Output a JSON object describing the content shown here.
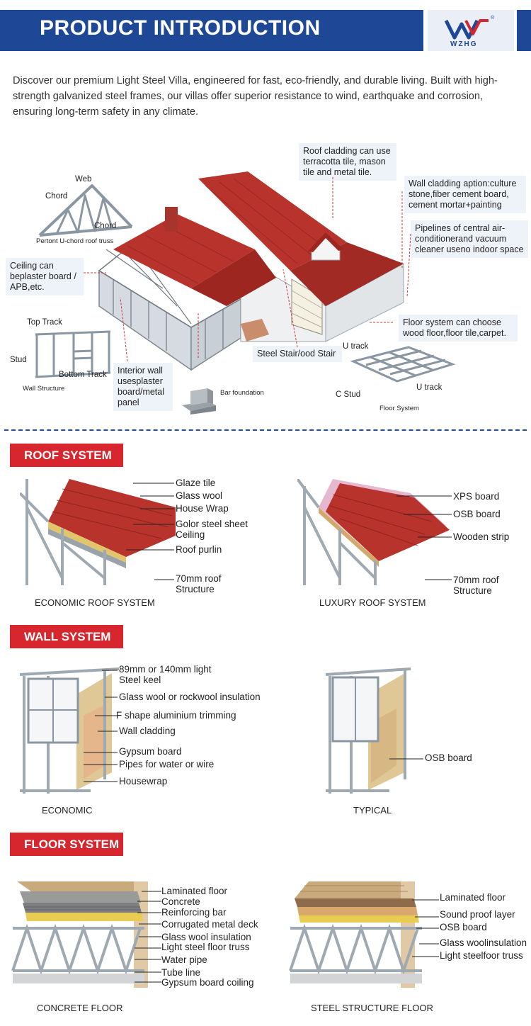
{
  "header": {
    "title": "PRODUCT INTRODUCTION",
    "logo_text": "WZHG",
    "logo_reg": "®",
    "brand_color": "#1e4896"
  },
  "intro": {
    "text": "Discover our premium Light Steel Villa, engineered for fast, eco-friendly, and durable living. Built with high-strength galvanized steel frames, our villas offer superior resistance to wind, earthquake and corrosion, ensuring long-term safety in any climate."
  },
  "overview": {
    "truss": {
      "web": "Web",
      "chord_top": "Chord",
      "chord_bottom": "Chord",
      "caption": "Pertont U-chord roof truss"
    },
    "wall_structure": {
      "top_track": "Top Track",
      "stud": "Stud",
      "bottom_track": "Bottom Track",
      "caption": "Wall Structure"
    },
    "floor_structure": {
      "u_track_top": "U track",
      "u_track_bottom": "U track",
      "c_stud": "C Stud",
      "caption": "Floor System"
    },
    "bar_foundation": "Bar foundation",
    "callouts": {
      "roof_cladding": "Roof cladding can use terracotta tile, mason tile and metal tile.",
      "wall_cladding": "Wall cladding aption:culture stone,fiber cement board, cement mortar+painting",
      "pipelines": "Pipelines of central air-conditionerand vacuum cleaner useno indoor space",
      "ceiling": "Ceiling can beplaster board / APB,etc.",
      "floor_system": "Floor system can choose wood floor,floor tile,carpet.",
      "steel_stair": "Steel Stair/ood Stair",
      "interior_wall": "Interior wall usesplaster board/metal panel"
    }
  },
  "roof": {
    "badge": "ROOF SYSTEM",
    "economic": {
      "caption": "ECONOMIC ROOF SYSTEM",
      "labels": [
        "Glaze tile",
        "Glass wool",
        "House Wrap",
        "Golor steel sheet",
        "Ceiling",
        "Roof purlin",
        "70mm roof",
        "Structure"
      ]
    },
    "luxury": {
      "caption": "LUXURY ROOF SYSTEM",
      "labels": [
        "XPS board",
        "OSB board",
        "Wooden strip",
        "70mm roof",
        "Structure"
      ]
    }
  },
  "wall": {
    "badge": "WALL SYSTEM",
    "economic": {
      "caption": "ECONOMIC",
      "labels": [
        "89mm or 140mm light",
        "Steel keel",
        "Glass wool or rockwool insulation",
        "F shape aluminium trimming",
        "Wall cladding",
        "Gypsum board",
        "Pipes for water or wire",
        "Housewrap"
      ]
    },
    "typical": {
      "caption": "TYPICAL",
      "labels": [
        "OSB board"
      ]
    }
  },
  "floor": {
    "badge": "FLOOR SYSTEM",
    "concrete": {
      "caption": "CONCRETE FLOOR",
      "labels": [
        "Laminated floor",
        "Concrete",
        "Reinforcing bar",
        "Corrugated metal deck",
        "Glass wool insulation",
        "Light steel floor truss",
        "Water pipe",
        "Tube line",
        "Gypsum board coiling"
      ]
    },
    "steel": {
      "caption": "STEEL STRUCTURE FLOOR",
      "labels": [
        "Laminated floor",
        "Sound proof layer",
        "OSB board",
        "Glass woolinsulation",
        "Light steelfoor truss"
      ]
    }
  },
  "colors": {
    "badge_red": "#d8262e",
    "roof_tile": "#b8332c",
    "steel": "#b9c3cc"
  }
}
